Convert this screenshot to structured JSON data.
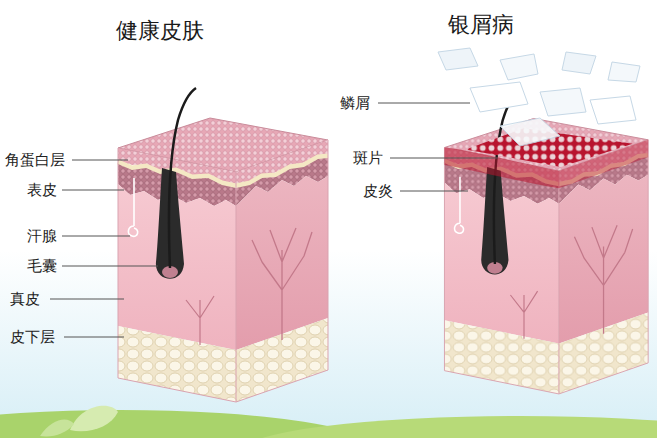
{
  "diagram": {
    "labels": [
      "健康皮肤",
      "银屑病",
      "角蛋白层",
      "表皮",
      "汗腺",
      "毛囊",
      "真皮",
      "皮下层",
      "鳞屑",
      "斑片",
      "皮炎"
    ]
  }
}
